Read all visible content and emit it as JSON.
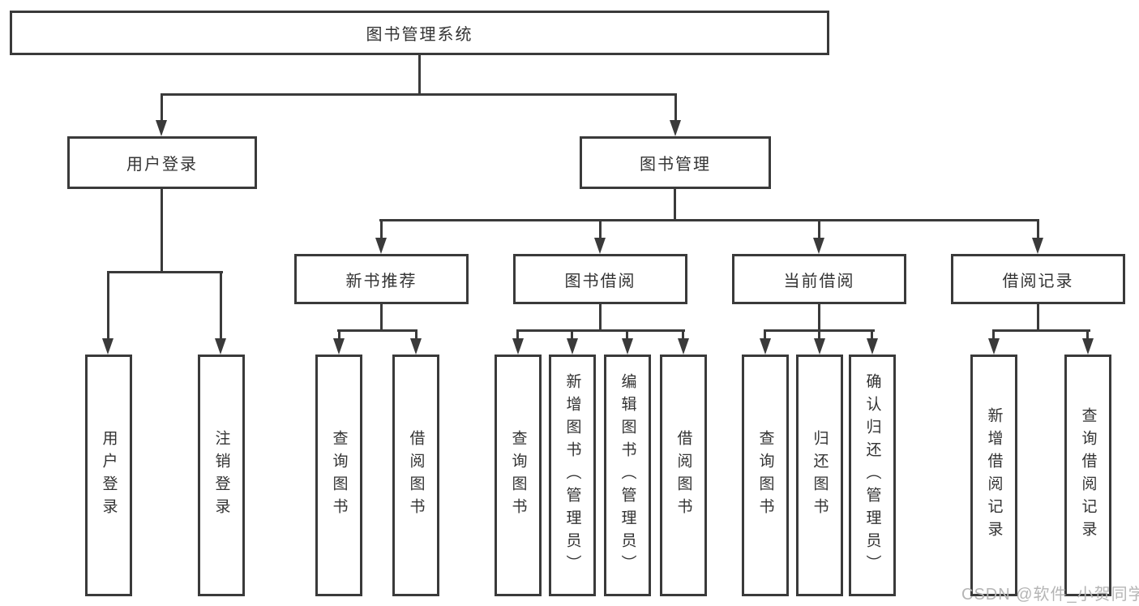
{
  "diagram": {
    "root": {
      "label": "图书管理系统"
    },
    "level2": {
      "login": {
        "label": "用户登录"
      },
      "management": {
        "label": "图书管理"
      }
    },
    "level3": {
      "new_books": {
        "label": "新书推荐"
      },
      "book_borrow": {
        "label": "图书借阅"
      },
      "current_borrow": {
        "label": "当前借阅"
      },
      "borrow_records": {
        "label": "借阅记录"
      }
    },
    "leaves": {
      "login": [
        "用户登录",
        "注销登录"
      ],
      "new_books": [
        "查询图书",
        "借阅图书"
      ],
      "book_borrow": [
        "查询图书",
        "新增图书（管理员）",
        "编辑图书（管理员）",
        "借阅图书"
      ],
      "current_borrow": [
        "查询图书",
        "归还图书",
        "确认归还（管理员）"
      ],
      "borrow_records": [
        "新增借阅记录",
        "查询借阅记录"
      ]
    },
    "watermark": "CSDN @软件_小贺同学",
    "colors": {
      "line": "#3a3a3a",
      "text": "#333333",
      "watermark": "#b5b5b5",
      "background": "#ffffff"
    }
  }
}
